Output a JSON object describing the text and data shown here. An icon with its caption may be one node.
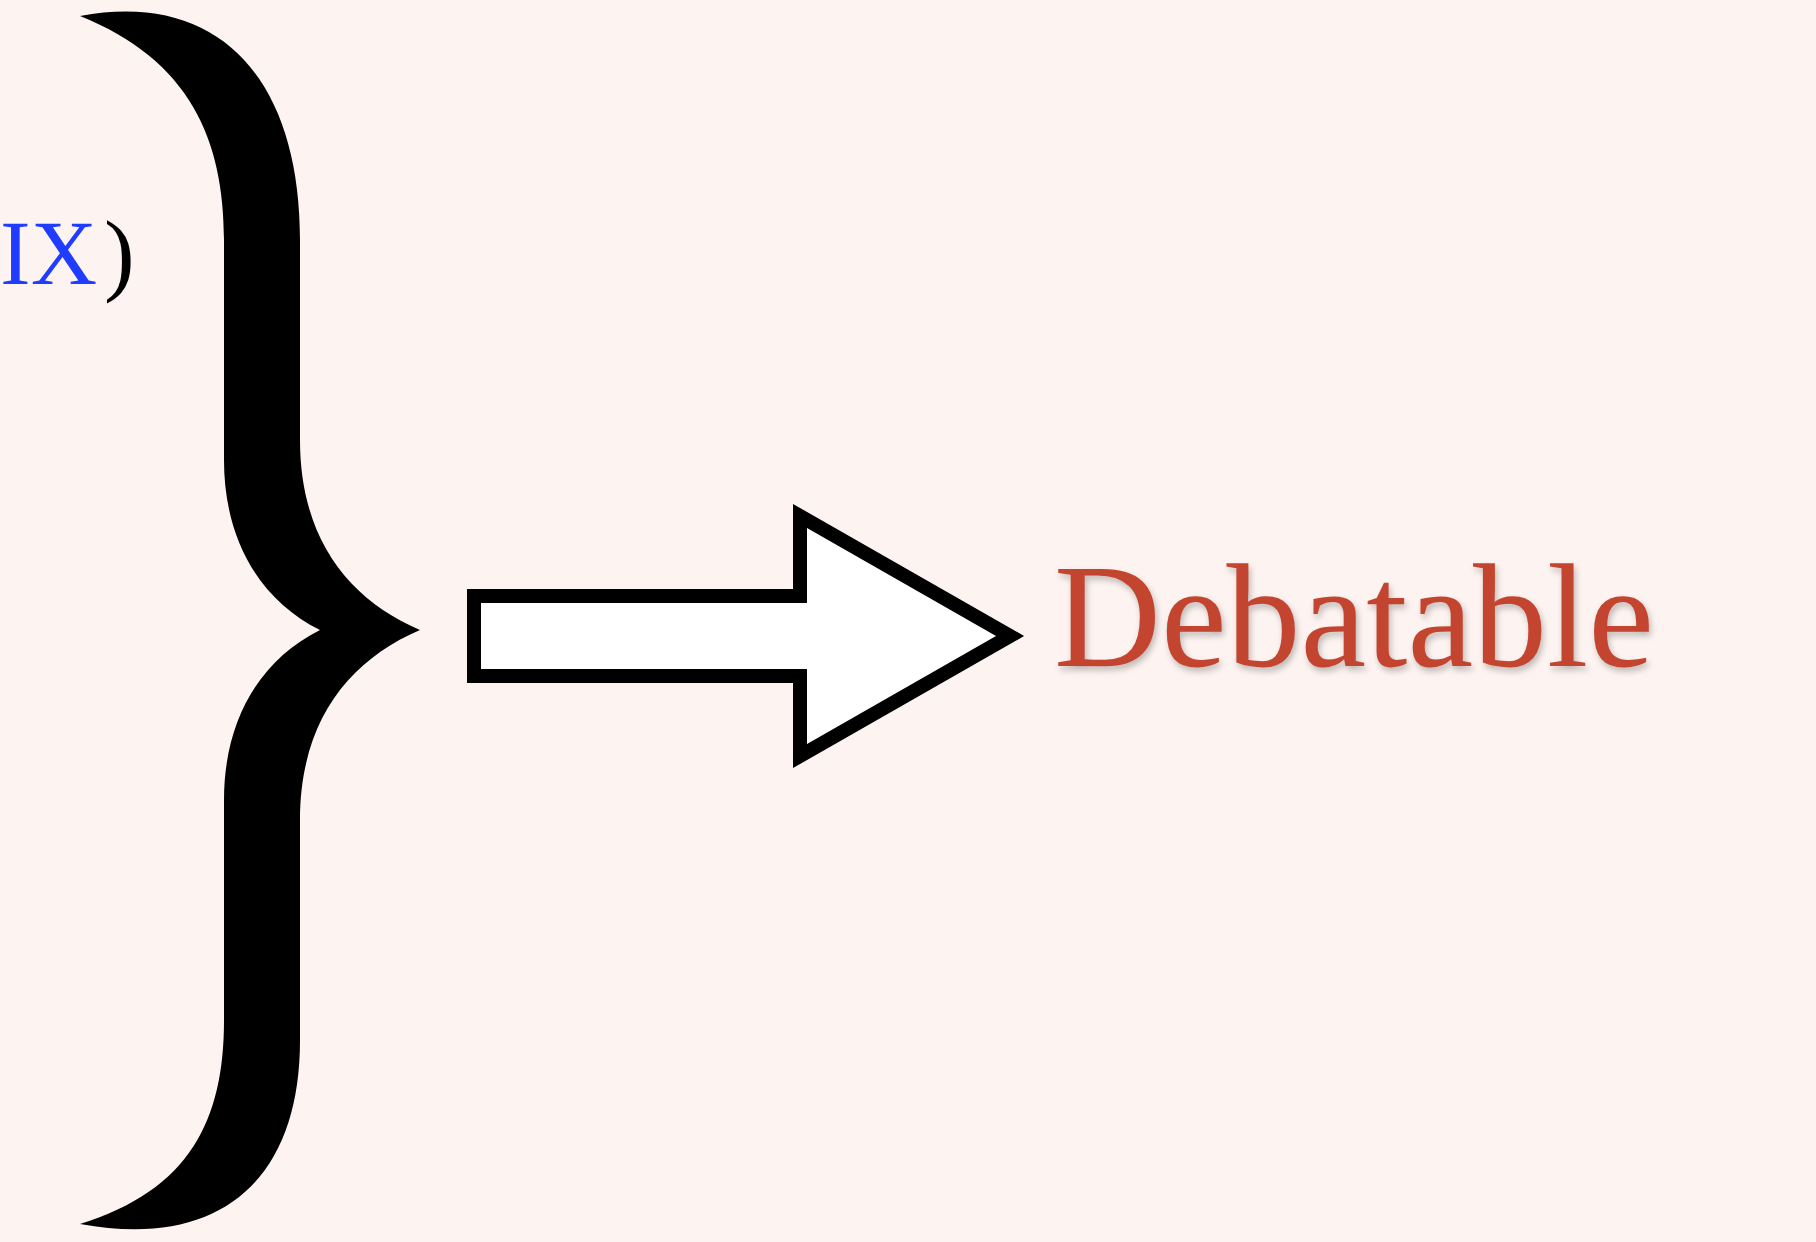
{
  "diagram": {
    "nodes": [
      {
        "text": [],
        "shape": "brace"
      },
      {
        "text": [
          "Debatable"
        ]
      }
    ],
    "edges": [
      {
        "from": 0,
        "to": 1,
        "arrow": "to",
        "style": "thick"
      }
    ],
    "labels": [
      "IX",
      ")"
    ]
  }
}
